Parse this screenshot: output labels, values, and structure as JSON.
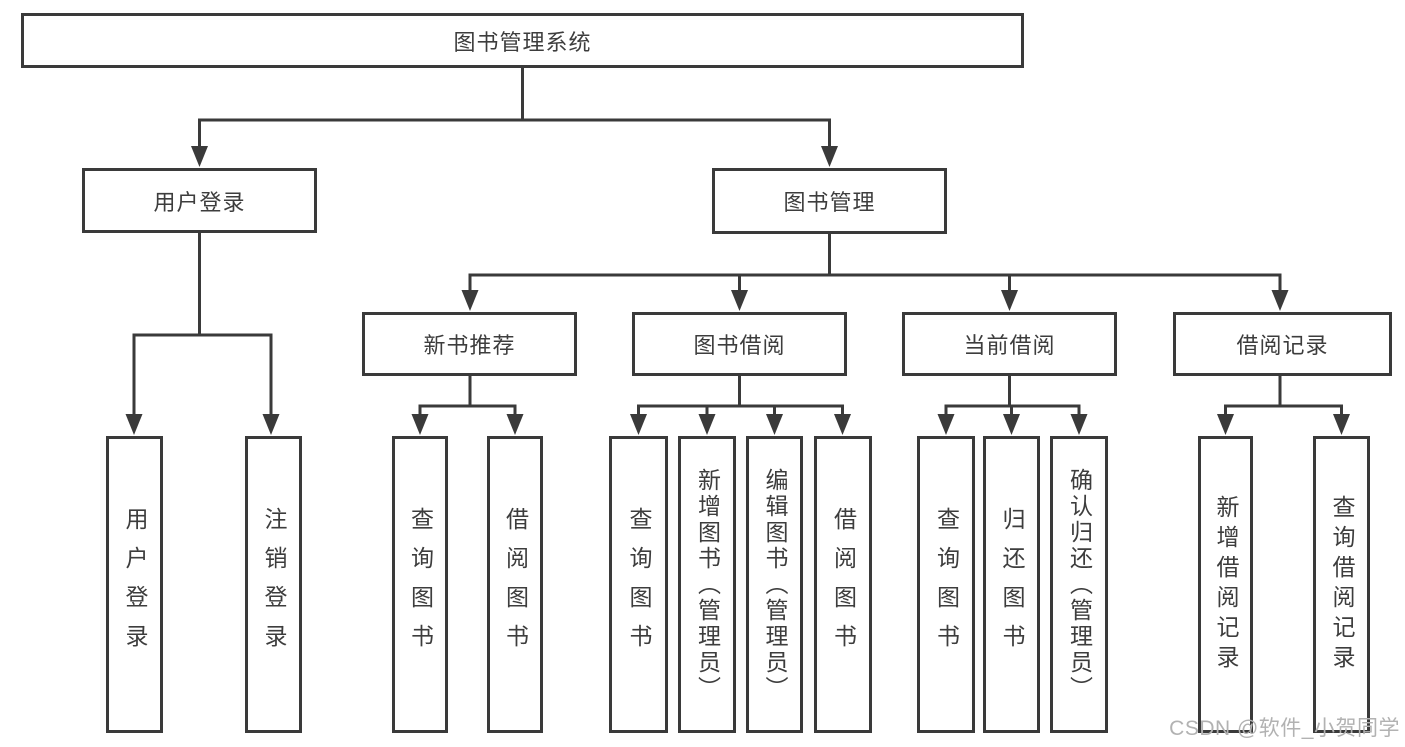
{
  "diagram": {
    "root": {
      "label": "图书管理系统"
    },
    "children": [
      {
        "label": "用户登录",
        "children": [
          {
            "label": "用户登录"
          },
          {
            "label": "注销登录"
          }
        ]
      },
      {
        "label": "图书管理",
        "children": [
          {
            "label": "新书推荐",
            "children": [
              {
                "label": "查询图书"
              },
              {
                "label": "借阅图书"
              }
            ]
          },
          {
            "label": "图书借阅",
            "children": [
              {
                "label": "查询图书"
              },
              {
                "label": "新增图书（管理员）"
              },
              {
                "label": "编辑图书（管理员）"
              },
              {
                "label": "借阅图书"
              }
            ]
          },
          {
            "label": "当前借阅",
            "children": [
              {
                "label": "查询图书"
              },
              {
                "label": "归还图书"
              },
              {
                "label": "确认归还（管理员）"
              }
            ]
          },
          {
            "label": "借阅记录",
            "children": [
              {
                "label": "新增借阅记录"
              },
              {
                "label": "查询借阅记录"
              }
            ]
          }
        ]
      }
    ]
  },
  "watermark": "CSDN @软件_小贺同学",
  "colors": {
    "line": "#3a3a3a",
    "text": "#3d3d3d",
    "watermark": "#b2b2b2",
    "background": "#ffffff"
  }
}
